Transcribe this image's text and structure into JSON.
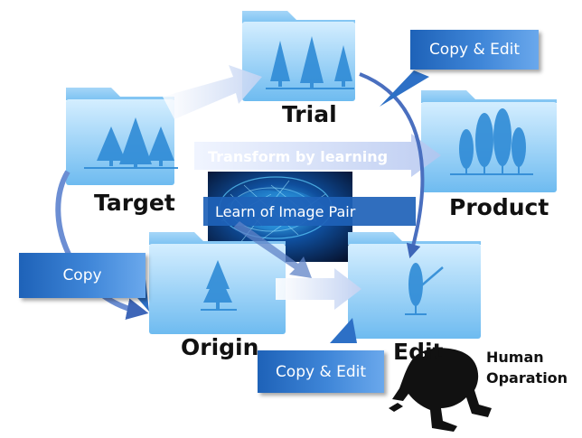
{
  "folders": {
    "trial": {
      "label": "Trial"
    },
    "target": {
      "label": "Target"
    },
    "product": {
      "label": "Product"
    },
    "origin": {
      "label": "Origin"
    },
    "edit": {
      "label": "Edit"
    }
  },
  "callouts": {
    "copy_edit_top": "Copy & Edit",
    "copy_edit_bottom": "Copy & Edit",
    "copy": "Copy"
  },
  "bands": {
    "transform": "Transform by learning",
    "learn_pair": "Learn of Image Pair"
  },
  "human_operation": {
    "line1": "Human",
    "line2": "Oparation"
  },
  "colors": {
    "folder_light": "#bfe3fb",
    "folder_mid": "#5fb2ee",
    "icon_blue": "#2f8bd6",
    "callout_dark": "#1e62b8",
    "frog": "#111111"
  },
  "icons": {
    "trial": "three-pine-trees-icon",
    "target": "forest-icon",
    "product": "cypress-trees-icon",
    "origin": "single-pine-tree-icon",
    "edit": "pen-edit-icon",
    "human": "frog-icon"
  }
}
